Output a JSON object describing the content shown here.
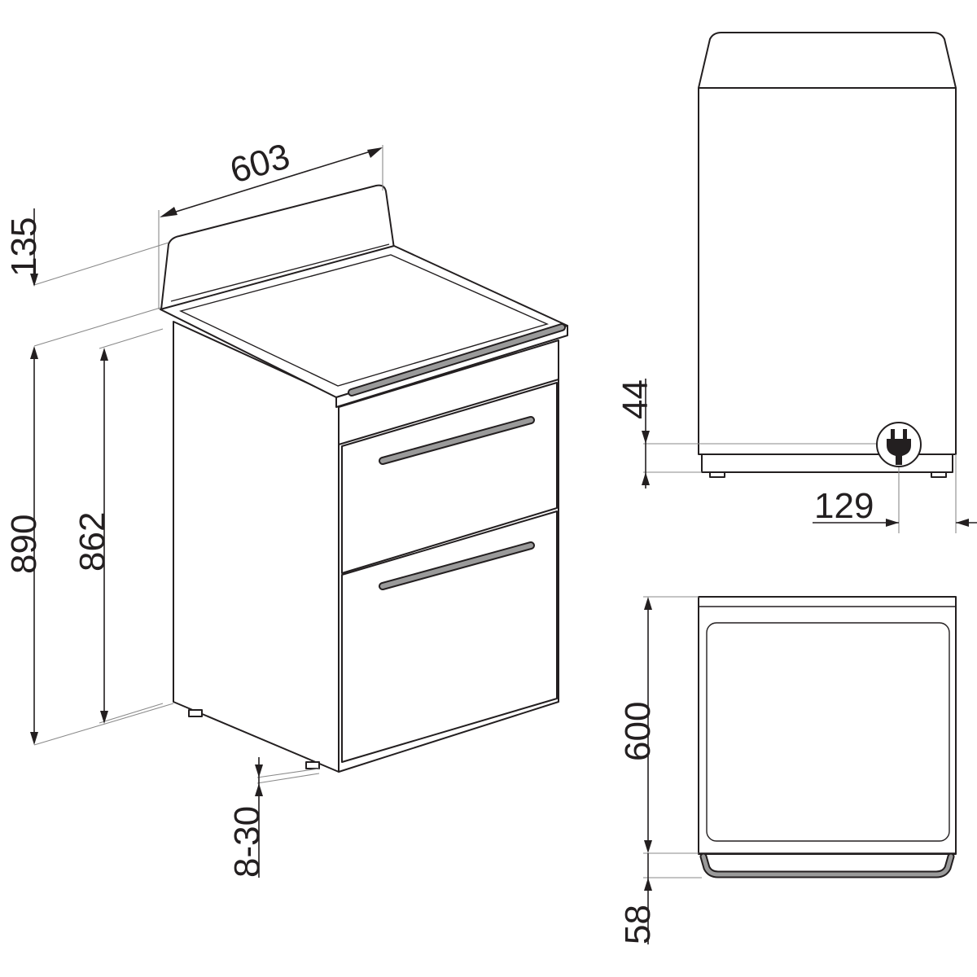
{
  "diagram": {
    "dimensions": {
      "width_top": "603",
      "backguard_height": "135",
      "total_height": "890",
      "worktop_height": "862",
      "feet_adjust": "8-30",
      "plug_height": "44",
      "plug_offset": "129",
      "depth": "600",
      "handle_depth": "58"
    },
    "icons": {
      "plug": "electric-plug-icon"
    },
    "colors": {
      "line": "#231f20",
      "extension": "#8a8a8a",
      "handle_fill": "#9a9a9a"
    }
  }
}
